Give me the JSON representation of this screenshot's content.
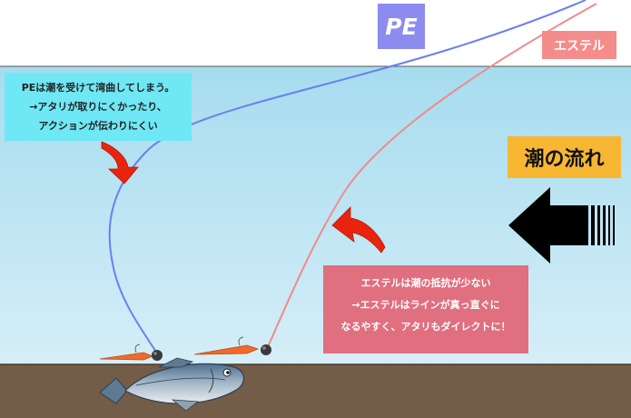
{
  "labels": {
    "pe": "PE",
    "ester": "エステル",
    "current": "潮の流れ"
  },
  "notes": {
    "pe": [
      "PEは潮を受けて湾曲してしまう。",
      "→アタリが取りにくかったり、",
      "アクションが伝わりにくい"
    ],
    "ester": [
      "エステルは潮の抵抗が少ない",
      "→エステルはラインが真っ直ぐに",
      "なるやすく、アタリもダイレクトに！"
    ]
  },
  "colors": {
    "sky": "#ffffff",
    "water_top": "#a6dcef",
    "water_bottom": "#d6eef7",
    "seabed": "#735c48",
    "pe_line": "#6b7ff0",
    "ester_line": "#f08a8a",
    "pe_tag": "#8c8cf0",
    "ester_tag": "#f58c8c",
    "current_tag": "#f7b733",
    "pe_note": "#6fe8f5",
    "ester_note": "#e06f7f",
    "curved_arrow": "#e8240f",
    "current_arrow": "#000000",
    "lure": "#f06a2a"
  },
  "icons": {
    "current_arrow": "big-left-arrow-icon",
    "pe_pointer": "curved-arrow-down-icon",
    "ester_pointer": "curved-arrow-up-icon",
    "fish": "horse-mackerel-icon"
  }
}
